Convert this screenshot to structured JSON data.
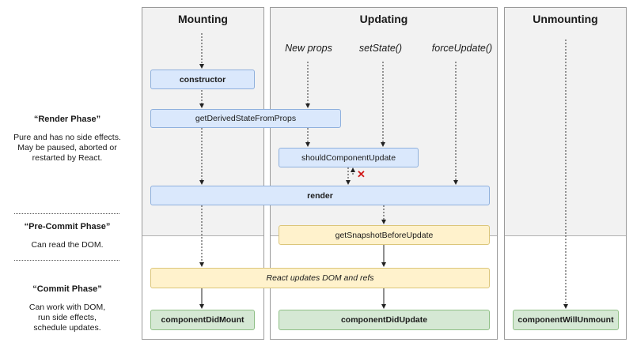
{
  "columns": {
    "mounting": "Mounting",
    "updating": "Updating",
    "unmounting": "Unmounting"
  },
  "triggers": {
    "new_props": "New props",
    "set_state": "setState()",
    "force_update": "forceUpdate()"
  },
  "boxes": {
    "constructor": "constructor",
    "get_derived": "getDerivedStateFromProps",
    "should_update": "shouldComponentUpdate",
    "render": "render",
    "snapshot": "getSnapshotBeforeUpdate",
    "react_updates": "React updates DOM and refs",
    "did_mount": "componentDidMount",
    "did_update": "componentDidUpdate",
    "will_unmount": "componentWillUnmount"
  },
  "phases": {
    "render": {
      "title": "“Render Phase”",
      "lines": [
        "Pure and has no side effects.",
        "May be paused, aborted or",
        "restarted by React."
      ]
    },
    "precommit": {
      "title": "“Pre-Commit Phase”",
      "lines": [
        "Can read the DOM."
      ]
    },
    "commit": {
      "title": "“Commit Phase”",
      "lines": [
        "Can work with DOM,",
        "run side effects,",
        "schedule updates."
      ]
    }
  },
  "colors": {
    "render_boxes": "#dae8fc",
    "commit_prep": "#fff2cc",
    "lifecycle_done": "#d5e8d4",
    "abort_mark": "#d11a1a"
  },
  "icons": {
    "abort": "cross-mark-icon"
  },
  "abort_symbol": "✕"
}
